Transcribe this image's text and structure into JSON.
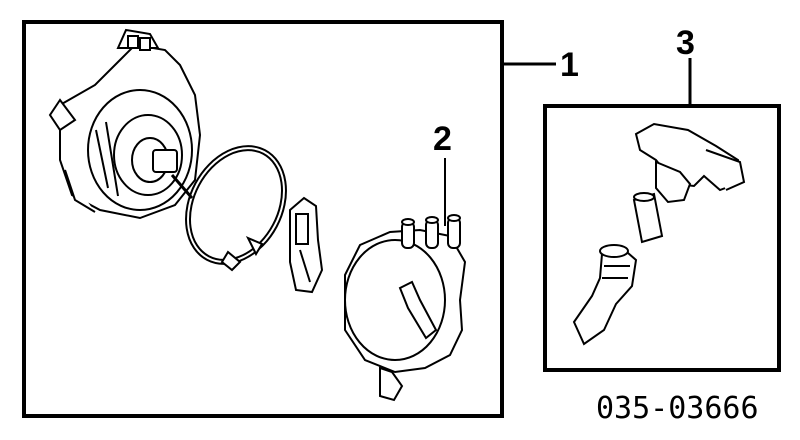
{
  "callouts": {
    "assembly": "1",
    "cap": "2",
    "coil": "3"
  },
  "diagram_number": "035-03666",
  "icons": [
    "distributor-body-icon",
    "o-ring-icon",
    "rotor-icon",
    "distributor-cap-icon",
    "ignition-coil-icon",
    "coil-spring-icon",
    "coil-boot-icon"
  ]
}
